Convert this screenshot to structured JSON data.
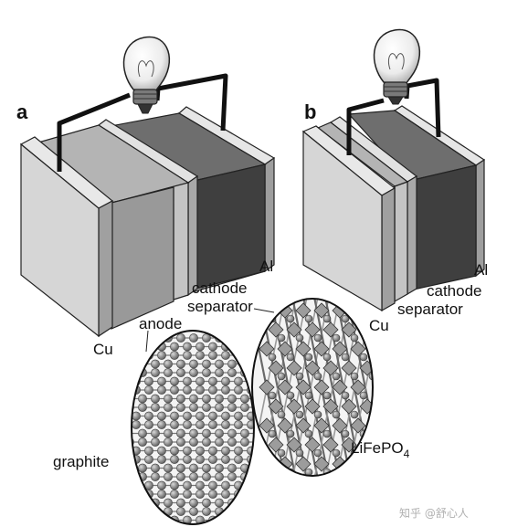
{
  "panels": [
    {
      "letter": "a",
      "labels": {
        "al": "Al",
        "cathode": "cathode",
        "separator": "separator",
        "anode": "anode",
        "cu": "Cu",
        "graphite": "graphite",
        "lifepo4_base": "LiFePO",
        "lifepo4_sub": "4"
      }
    },
    {
      "letter": "b",
      "labels": {
        "al": "Al",
        "cathode": "cathode",
        "separator": "separator",
        "cu": "Cu"
      }
    }
  ],
  "watermark": "知乎 @舒心人",
  "colors": {
    "collector": "#d4d4d4",
    "anode": "#9a9a9a",
    "separator": "#bcbcbc",
    "cathode": "#555555",
    "wire": "#111111",
    "atom": "#8a8a8a"
  },
  "icons": [
    "light-bulb-icon"
  ]
}
